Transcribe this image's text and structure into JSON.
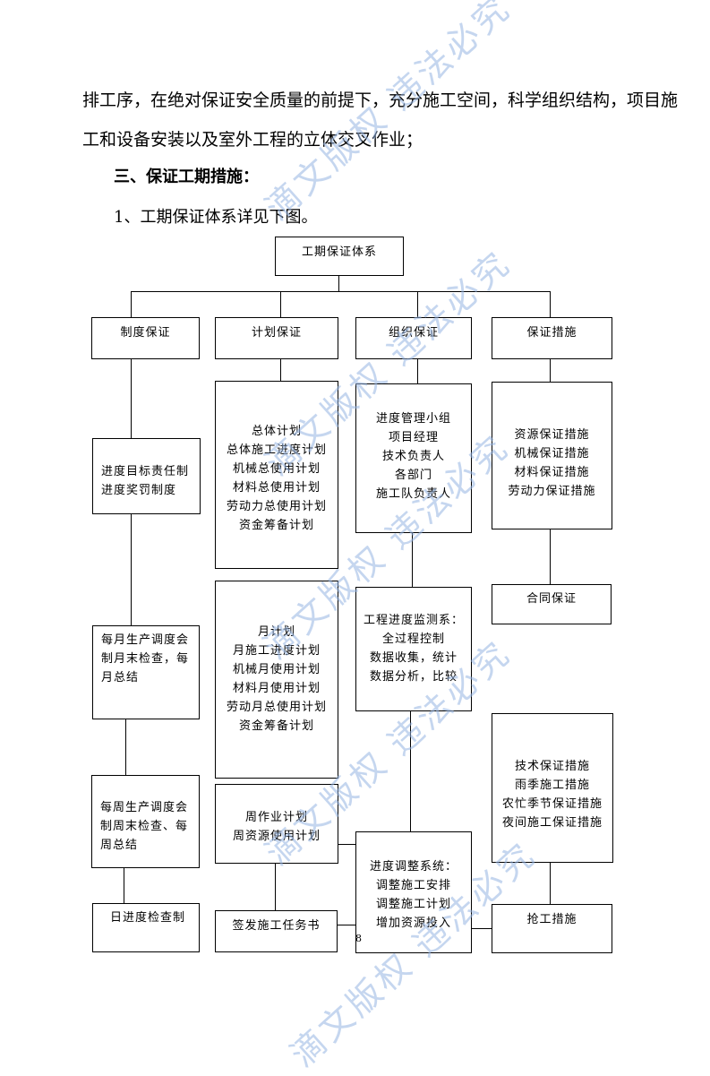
{
  "intro_lines": [
    "排工序，在绝对保证安全质量的前提下，充分施工空间，科学组织结构，项目施",
    "工和设备安装以及室外工程的立体交叉作业；"
  ],
  "section_heading": "三、保证工期措施：",
  "sub_heading": "1、工期保证体系详见下图。",
  "chart": {
    "root": "工期保证体系",
    "columns": {
      "col1": {
        "header": "制度保证",
        "boxes": [
          [
            "进度目标责任制",
            "进度奖罚制度"
          ],
          [
            "每月生产调度会",
            "制月末检查，每",
            "月总结"
          ],
          [
            "每周生产调度会",
            "制周末检查、每",
            "周总结"
          ],
          [
            "日进度检查制"
          ]
        ]
      },
      "col2": {
        "header": "计划保证",
        "boxes": [
          [
            "总体计划",
            "总体施工进度计划",
            "机械总使用计划",
            "材料总使用计划",
            "劳动力总使用计划",
            "资金筹备计划"
          ],
          [
            "月计划",
            "月施工进度计划",
            "机械月使用计划",
            "材料月使用计划",
            "劳动月总使用计划",
            "资金筹备计划"
          ],
          [
            "周作业计划",
            "周资源使用计划"
          ],
          [
            "签发施工任务书"
          ]
        ]
      },
      "col3": {
        "header": "组织保证",
        "boxes": [
          [
            "进度管理小组",
            "项目经理",
            "技术负责人",
            "各部门",
            "施工队负责人"
          ],
          [
            "工程进度监测系：",
            "全过程控制",
            "数据收集，统计",
            "数据分析，比较"
          ],
          [
            "进度调整系统：",
            "调整施工安排",
            "调整施工计划",
            "增加资源投入"
          ]
        ]
      },
      "col4": {
        "header": "保证措施",
        "boxes": [
          [
            "资源保证措施",
            "机械保证措施",
            "材料保证措施",
            "劳动力保证措施"
          ],
          [
            "合同保证"
          ],
          [
            "技术保证措施",
            "雨季施工措施",
            "农忙季节保证措施",
            "夜间施工保证措施"
          ],
          [
            "抢工措施"
          ]
        ]
      }
    }
  },
  "page_number": "8",
  "watermark": "滴文版权 违法必究",
  "colors": {
    "watermark": "#96b4e1",
    "line": "#000000"
  }
}
